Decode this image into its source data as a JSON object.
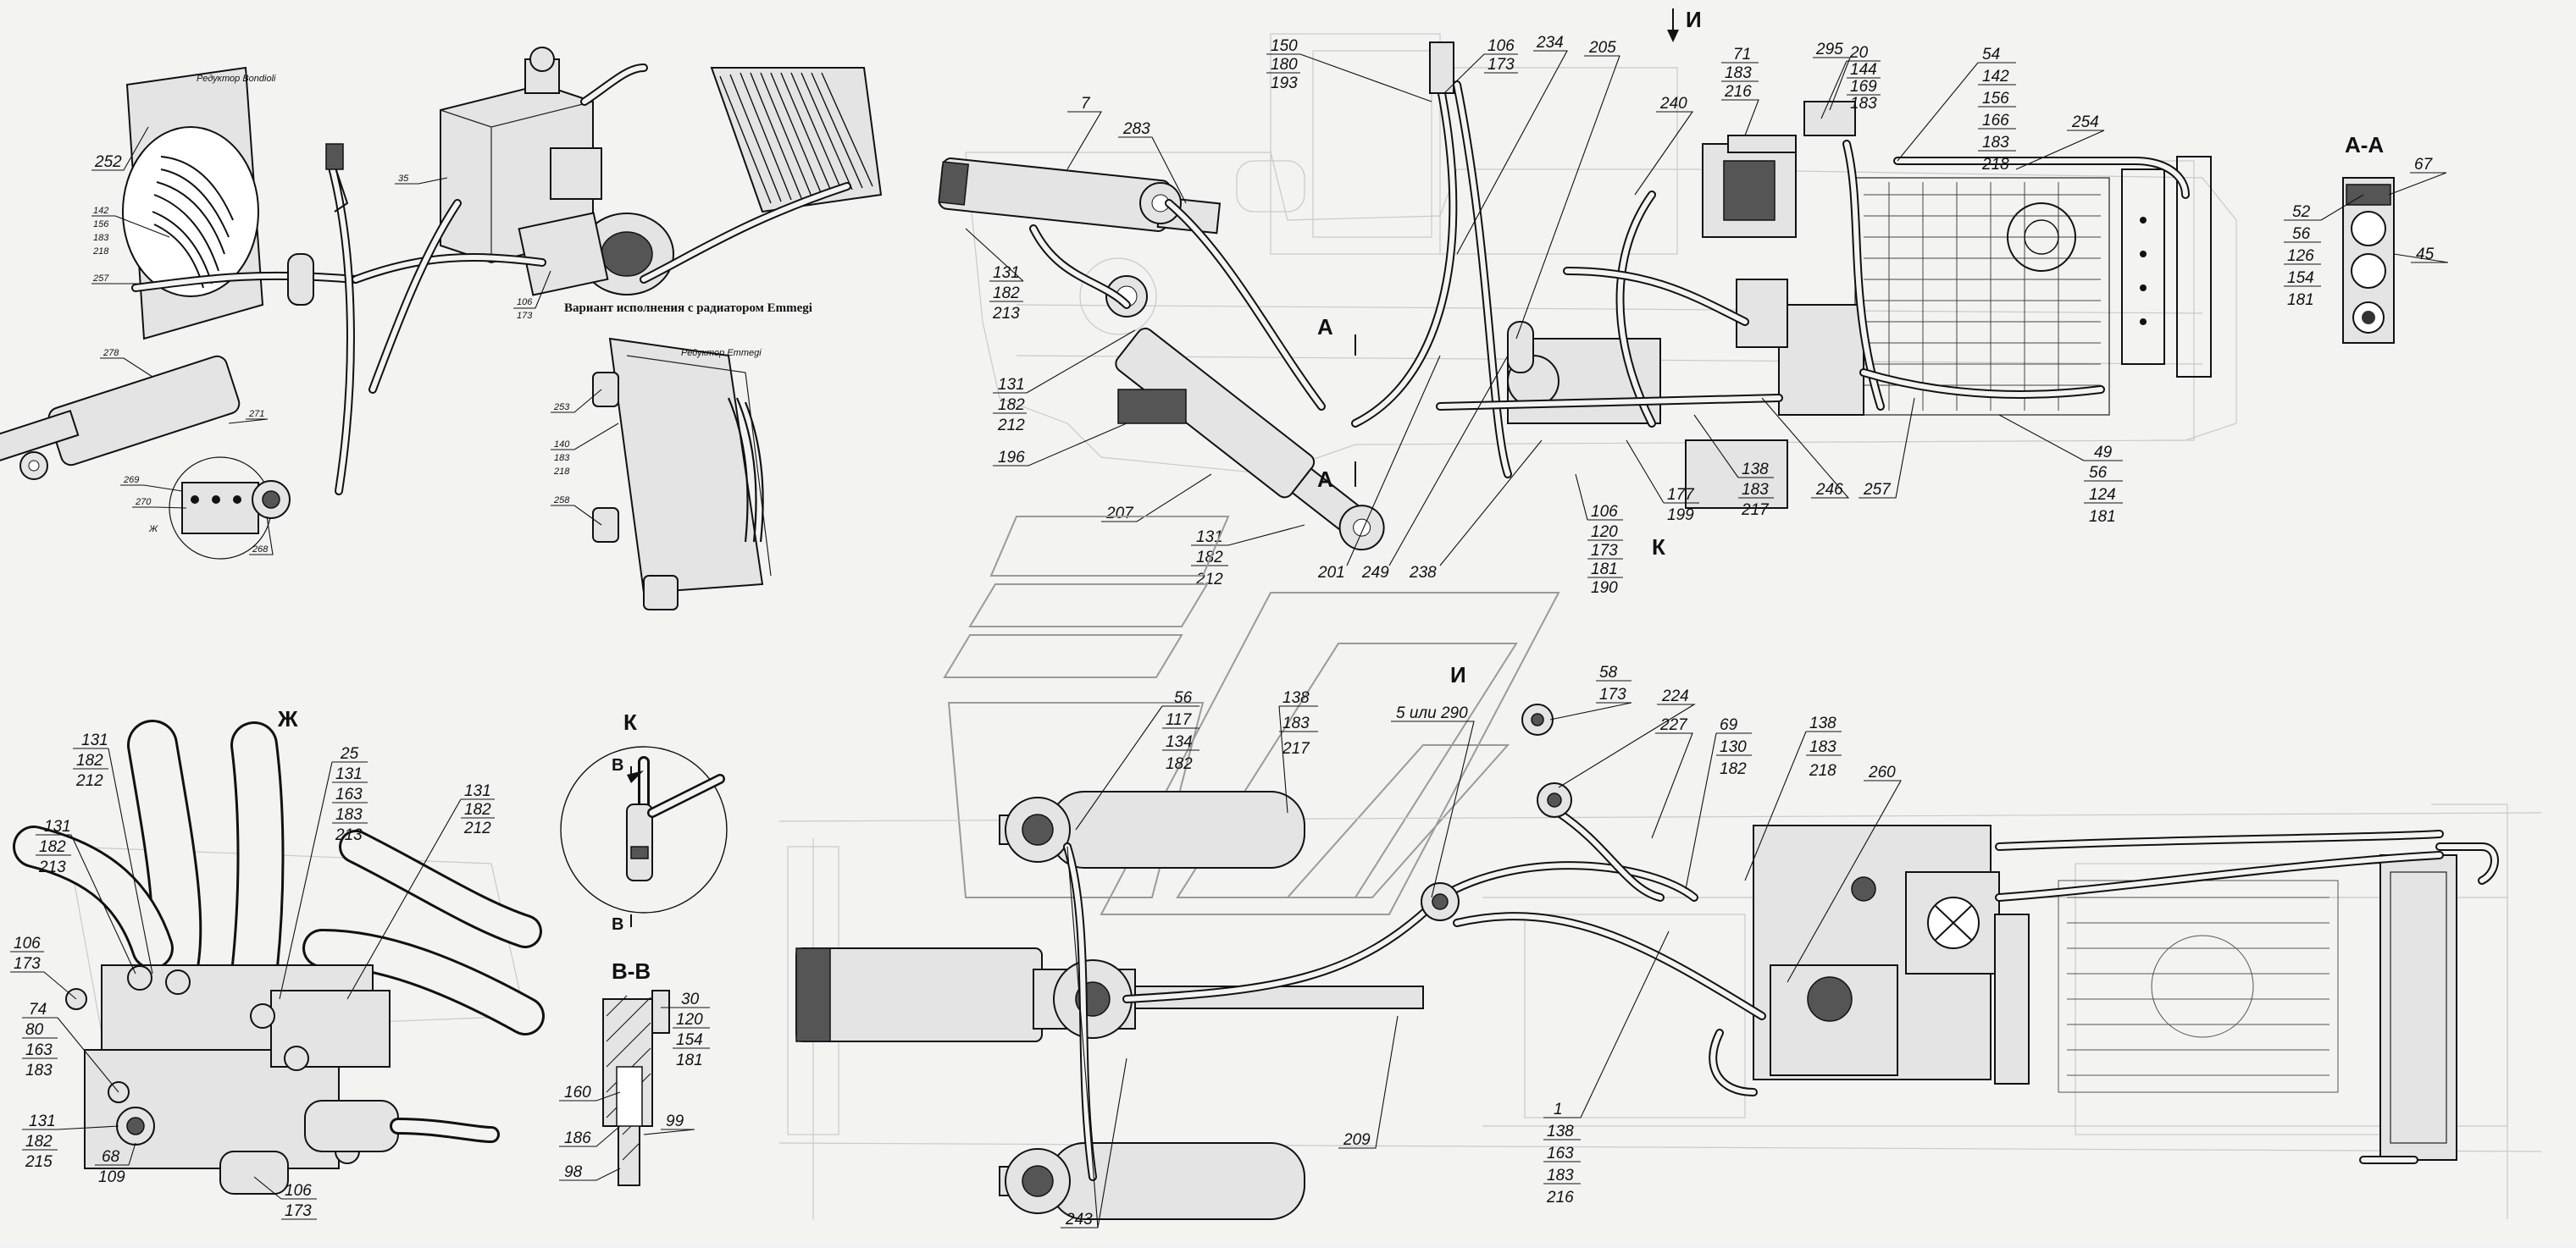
{
  "views": {
    "top_view_marker": "И",
    "bottom_view_title": "И",
    "section_aa_title": "А-А",
    "section_aa_left": "А",
    "section_aa_right": "А",
    "view_k_marker": "К",
    "view_k_title": "К",
    "view_zh_title": "Ж",
    "view_zh_marker": "Ж",
    "section_vv_title": "В-В",
    "section_vv_top": "В",
    "section_vv_bottom": "В"
  },
  "captions": {
    "emmegi_variant": "Вариант исполнения с радиатором Emmegi",
    "reducer_bondioli": "Редуктор Bondioli",
    "reducer_emmegi": "Редуктор Emmegi"
  },
  "callouts": {
    "c7": "7",
    "c283": "283",
    "c150": [
      "150",
      "180",
      "193"
    ],
    "c106a": [
      "106",
      "173"
    ],
    "c234": "234",
    "c205": "205",
    "c71": [
      "71",
      "183",
      "216"
    ],
    "c295": "295",
    "c20": [
      "20",
      "144",
      "169",
      "183"
    ],
    "c54": [
      "54",
      "142",
      "156",
      "166",
      "183",
      "218"
    ],
    "c254": "254",
    "c240": "240",
    "c131a": [
      "131",
      "182",
      "213"
    ],
    "c131b": [
      "131",
      "182",
      "212"
    ],
    "c196": "196",
    "c207": "207",
    "c131c": [
      "131",
      "182",
      "212"
    ],
    "c201": "201",
    "c249": "249",
    "c238": "238",
    "c106b": [
      "106",
      "120",
      "173",
      "181",
      "190"
    ],
    "c177": [
      "177",
      "199"
    ],
    "c138a": [
      "138",
      "183",
      "217"
    ],
    "c246": "246",
    "c257a": "257",
    "c49": [
      "49",
      "56",
      "124",
      "181"
    ],
    "aa_67": "67",
    "aa_45": "45",
    "aa_52": [
      "52",
      "56",
      "126",
      "154",
      "181"
    ],
    "top_252": "252",
    "top_142": [
      "142",
      "156",
      "183",
      "218"
    ],
    "top_257": "257",
    "top_35": "35",
    "top_106": [
      "106",
      "173"
    ],
    "top_278": "278",
    "top_271": "271",
    "top_269": "269",
    "top_270": "270",
    "top_268": "268",
    "top_253": "253",
    "top_140": [
      "140",
      "183",
      "218"
    ],
    "top_258": "258",
    "b56": [
      "56",
      "117",
      "134",
      "182"
    ],
    "b138": [
      "138",
      "183",
      "217"
    ],
    "b5": "5 или 290",
    "b58": [
      "58",
      "173"
    ],
    "b224": "224",
    "b227": "227",
    "b69": [
      "69",
      "130",
      "182"
    ],
    "b138b": [
      "138",
      "183",
      "218"
    ],
    "b260": "260",
    "b209": "209",
    "b243": "243",
    "b1": [
      "1",
      "138",
      "163",
      "183",
      "216"
    ],
    "zh_131a": [
      "131",
      "182",
      "212"
    ],
    "zh_25": [
      "25",
      "131",
      "163",
      "183",
      "213"
    ],
    "zh_131b": [
      "131",
      "182",
      "212"
    ],
    "zh_131c": [
      "131",
      "182",
      "213"
    ],
    "zh_106a": [
      "106",
      "173"
    ],
    "zh_74": [
      "74",
      "80",
      "163",
      "183"
    ],
    "zh_131d": [
      "131",
      "182",
      "215"
    ],
    "zh_68": [
      "68",
      "109"
    ],
    "zh_106b": [
      "106",
      "173"
    ],
    "vv_30": [
      "30",
      "120",
      "154",
      "181"
    ],
    "vv_160": "160",
    "vv_186": "186",
    "vv_99": "99",
    "vv_98": "98"
  }
}
